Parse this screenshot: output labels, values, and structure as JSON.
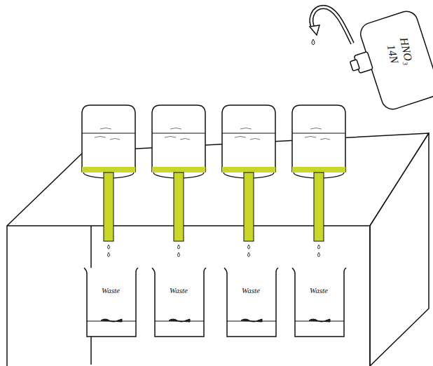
{
  "diagram": {
    "nodes": [
      {
        "text": [
          "14N",
          "HNO₃"
        ]
      },
      {
        "text": [
          "Waste"
        ]
      },
      {
        "text": [
          "Waste"
        ]
      },
      {
        "text": [
          "Waste"
        ]
      },
      {
        "text": [
          "Waste"
        ]
      }
    ]
  }
}
